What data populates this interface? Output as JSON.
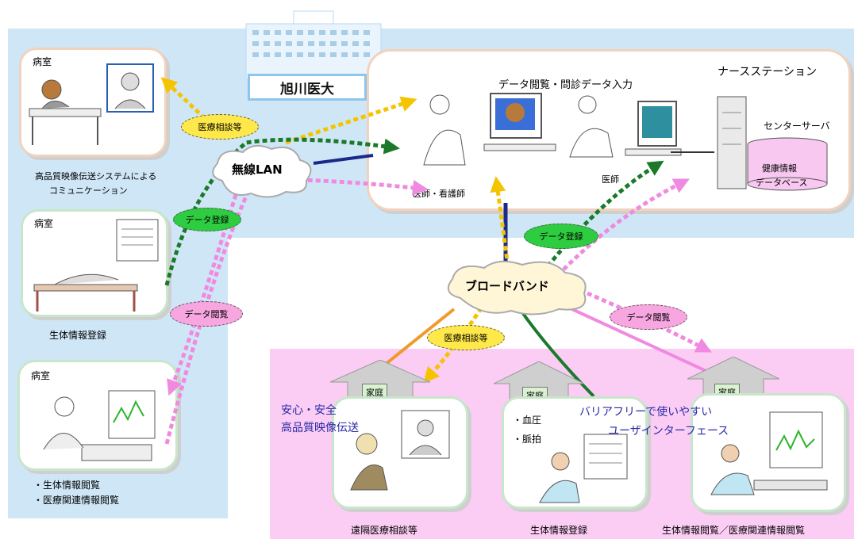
{
  "hospital": {
    "name": "旭川医大"
  },
  "left_rooms": [
    {
      "label": "病室",
      "caption_lines": [
        "高品質映像伝送システムによる",
        "コミュニケーション"
      ]
    },
    {
      "label": "病室",
      "caption_lines": [
        "生体情報登録"
      ]
    },
    {
      "label": "病室",
      "caption_lines": [
        "・生体情報閲覧",
        "・医療関連情報閲覧"
      ]
    }
  ],
  "main_panel": {
    "title": "データ閲覧・問診データ入力",
    "nurse_station": "ナースステーション",
    "center_server": "センターサーバ",
    "db_lines": [
      "健康情報",
      "データベース"
    ],
    "doctor_nurse": "医師・看護師",
    "doctor": "医師"
  },
  "networks": {
    "wireless": "無線LAN",
    "broadband": "ブロードバンド"
  },
  "tags": {
    "consult_top": "医療相談等",
    "data_reg_left": "データ登録",
    "data_view_left": "データ閲覧",
    "data_reg_center": "データ登録",
    "consult_bottom": "医療相談等",
    "data_view_right": "データ閲覧"
  },
  "homes": [
    {
      "tag": "家庭",
      "caption": "遠隔医療相談等",
      "note_lines": [
        "安心・安全",
        "高品質映像伝送"
      ]
    },
    {
      "tag": "家庭",
      "caption": "生体情報登録",
      "note_lines": [
        "・血圧",
        "・脈拍"
      ]
    },
    {
      "tag": "家庭",
      "caption": "生体情報閲覧／医療関連情報閲覧"
    }
  ],
  "barrier_free_lines": [
    "バリアフリーで使いやすい",
    "ユーザインターフェース"
  ],
  "colors": {
    "region_blue": "#cfe6f7",
    "region_pink": "#fbcdf4",
    "arrow_yellow": "#f5c400",
    "arrow_green": "#1a7a2a",
    "arrow_pink": "#f08ae0",
    "line_navy": "#1a2a8a",
    "line_orange": "#f09a2a"
  }
}
